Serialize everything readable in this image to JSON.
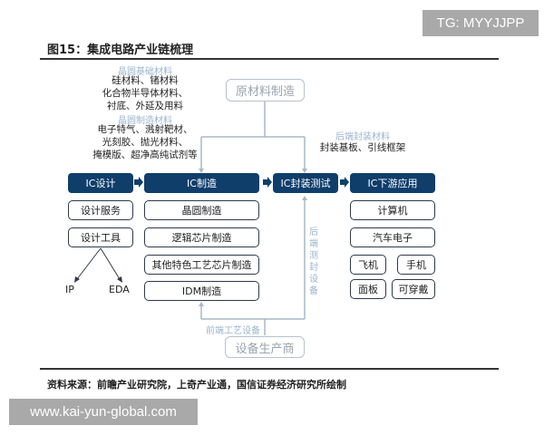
{
  "watermarks": {
    "top_right": "TG: MYYJJPP",
    "bottom_left": "www.kai-yun-global.com"
  },
  "figure": {
    "title": "图15：集成电路产业链梳理",
    "source": "资料来源：前瞻产业研究院，上奇产业通，国信证券经济研究所绘制"
  },
  "materials": {
    "wafer_base": {
      "heading": "晶圆基础材料",
      "lines": [
        "硅材料、锗材料",
        "化合物半导体材料、",
        "衬底、外延及用料"
      ]
    },
    "wafer_mfg": {
      "heading": "晶圆制造材料",
      "lines": [
        "电子特气、溅射靶材、",
        "光刻胶、抛光材料、",
        "掩模版、超净高纯试剂等"
      ]
    },
    "packaging": {
      "heading": "后端封装材料",
      "lines": [
        "封装基板、引线框架"
      ]
    }
  },
  "suppliers": {
    "raw_materials": "原材料制造",
    "equipment_maker": "设备生产商",
    "front_equipment": "前端工艺设备",
    "back_equipment": "后端测封设备",
    "back_equipment_chars": [
      "后",
      "端",
      "测",
      "封",
      "设",
      "备"
    ]
  },
  "stages": [
    {
      "label": "IC设计",
      "items": [
        "设计服务",
        "设计工具"
      ],
      "sub_items": [
        "IP",
        "EDA"
      ]
    },
    {
      "label": "IC制造",
      "items": [
        "晶圆制造",
        "逻辑芯片制造",
        "其他特色工艺芯片制造",
        "IDM制造"
      ]
    },
    {
      "label": "IC封装测试",
      "items": []
    },
    {
      "label": "IC下游应用",
      "items": [
        "计算机",
        "汽车电子",
        "飞机",
        "手机",
        "面板",
        "可穿戴"
      ]
    }
  ],
  "colors": {
    "stage_fill": "#0f3e6b",
    "secondary_text": "#9bb5cc",
    "connector": "#a8b8c8"
  }
}
